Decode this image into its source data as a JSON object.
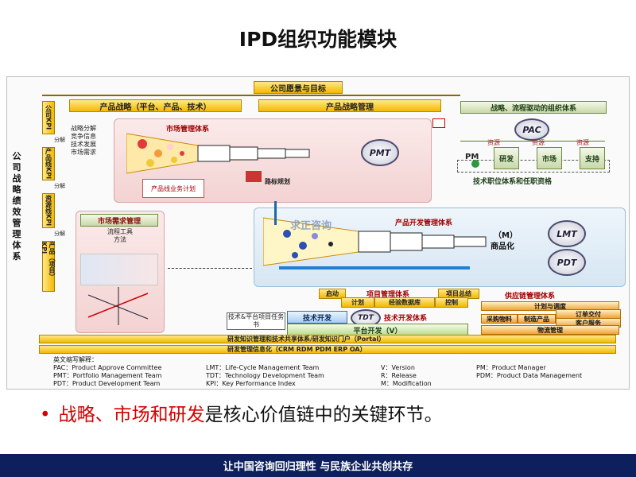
{
  "title": "IPD组织功能模块",
  "diagram": {
    "vision": "公司愿景与目标",
    "product_strategy": "产品战略（平台、产品、技术）",
    "strategy_mgmt": "产品战略管理",
    "org_system": "战略、流程驱动的组织体系",
    "left_column": [
      "公司KPI",
      "产品线KPI",
      "资源线KPI",
      "产品（项目）KPI"
    ],
    "left_arrows": [
      "分解",
      "分解",
      "分解"
    ],
    "side_label": "公司战略绩效管理体系",
    "strategy_inputs": [
      "战略分解",
      "竞争信息",
      "技术发展",
      "市场需求"
    ],
    "market_system": "市场管理体系",
    "pmt": "PMT",
    "product_line_plan": "产品线业务计划",
    "roadmap": "路标规划",
    "pac": "PAC",
    "pm": "PM",
    "resources": [
      "资源",
      "资源",
      "资源"
    ],
    "functions": [
      "研发",
      "市场",
      "支持"
    ],
    "job_system": "技术职位体系和任职资格",
    "market_demand": "市场需求管理",
    "flow_tool_method": "流程工具方法",
    "watermark": "求正咨询",
    "dev_system": "产品开发管理体系",
    "m_label": "（M）",
    "commercialize": "商品化",
    "lmt": "LMT",
    "pdt": "PDT",
    "project_system": "项目管理体系",
    "launch": "启动",
    "summary": "项目总结",
    "plan": "计划",
    "exp_db": "经验数据库",
    "control": "控制",
    "tech_platform_tasks": "技术&平台项目任务书",
    "tech_dev": "技术开发",
    "tdt": "TDT",
    "tech_dev_system": "技术开发体系",
    "platform_dev": "平台开发（V）",
    "supply_chain": "供应链管理体系",
    "plan_schedule": "计划与调度",
    "order_delivery": "订单交付",
    "purchase": "采购物料",
    "manufacture": "制造产品",
    "customer_service": "客户服务",
    "logistics": "物流管理",
    "knowledge_bar": "研发知识管理和技术共享体系/研发知识门户（Portal）",
    "it_bar": "研发管理信息化（CRM RDM PDM ERP OA）",
    "abbr_title": "英文缩写解释：",
    "abbreviations": [
      "PAC：Product Approve Committee",
      "PMT：Portfolio Management Team",
      "PDT：Product Development Team",
      "LMT：Life-Cycle Management Team",
      "TDT：Technology Development Team",
      "KPI：Key Performance Index",
      "V：Version",
      "R：Release",
      "M：Modification",
      "PM：Product Manager",
      "PDM：Product Data Management"
    ]
  },
  "bullet": {
    "highlight": "战略、市场和研发",
    "rest": "是核心价值链中的关键环节。"
  },
  "footer": "让中国咨询回归理性 与民族企业共创共存"
}
